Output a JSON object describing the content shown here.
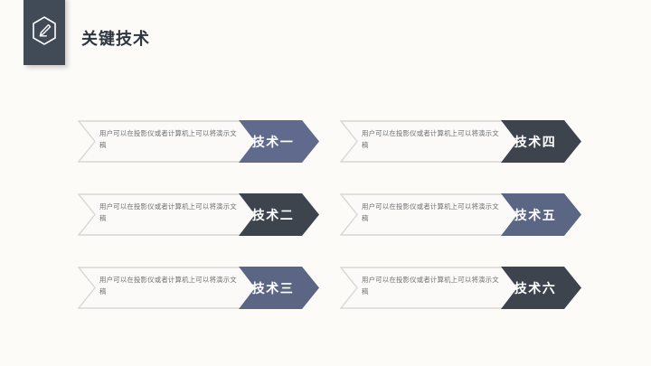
{
  "slide": {
    "background_color": "#fcfbf8",
    "title": "关键技术",
    "logo": {
      "icon": "hexagon-pencil-icon",
      "box_color": "#414b57"
    }
  },
  "palette": {
    "blue_gray": "#5f6a8d",
    "blue_gray_alt": "#5b6684",
    "dark_slate": "#3d444e",
    "light_chevron_fill": "#fbfaf8",
    "light_chevron_border": "#d9d7d2",
    "description_text": "#6d6f73",
    "title_text": "#2f3640",
    "tag_text": "#ffffff"
  },
  "items": [
    {
      "id": "item-1",
      "column": "left",
      "row": 1,
      "description": "用户可以在投影仪或者计算机上可以将演示文稿",
      "label": "技术一",
      "chevron_color": "#5f6a8d"
    },
    {
      "id": "item-2",
      "column": "left",
      "row": 2,
      "description": "用户可以在投影仪或者计算机上可以将演示文稿",
      "label": "技术二",
      "chevron_color": "#3d444e"
    },
    {
      "id": "item-3",
      "column": "left",
      "row": 3,
      "description": "用户可以在投影仪或者计算机上可以将演示文稿",
      "label": "技术三",
      "chevron_color": "#5b6684"
    },
    {
      "id": "item-4",
      "column": "right",
      "row": 1,
      "description": "用户可以在投影仪或者计算机上可以将演示文稿",
      "label": "技术四",
      "chevron_color": "#3d444e"
    },
    {
      "id": "item-5",
      "column": "right",
      "row": 2,
      "description": "用户可以在投影仪或者计算机上可以将演示文稿",
      "label": "技术五",
      "chevron_color": "#5b6684"
    },
    {
      "id": "item-6",
      "column": "right",
      "row": 3,
      "description": "用户可以在投影仪或者计算机上可以将演示文稿",
      "label": "技术六",
      "chevron_color": "#3d444e"
    }
  ]
}
